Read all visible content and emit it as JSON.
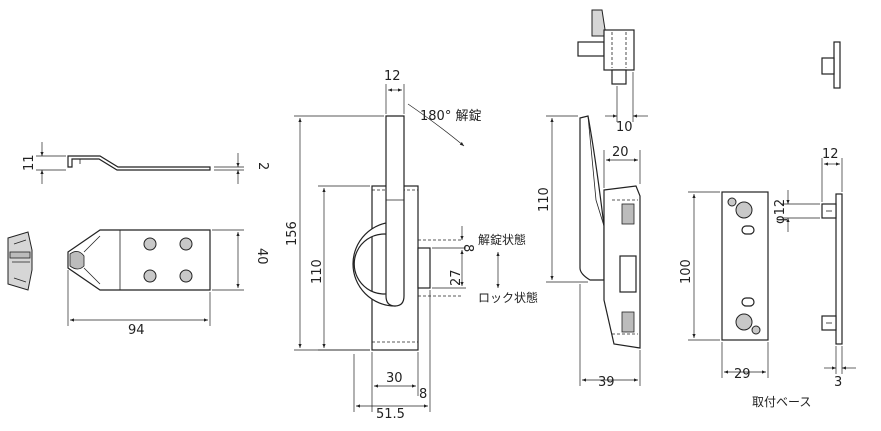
{
  "dimensions": {
    "d11": "11",
    "d2": "2",
    "d40": "40",
    "d94": "94",
    "d12_top": "12",
    "d156": "156",
    "d110_left": "110",
    "d30": "30",
    "d8_bottom": "8",
    "d51_5": "51.5",
    "d27": "27",
    "d8_side": "8",
    "d110_side": "110",
    "d10": "10",
    "d20": "20",
    "d39": "39",
    "d100": "100",
    "d29": "29",
    "d12_base": "12",
    "d3": "3",
    "dia12": "φ12"
  },
  "labels": {
    "rotation": "180° 解錠",
    "unlocked_state": "解錠状態",
    "locked_state": "ロック状態",
    "mounting_base": "取付ベース"
  }
}
